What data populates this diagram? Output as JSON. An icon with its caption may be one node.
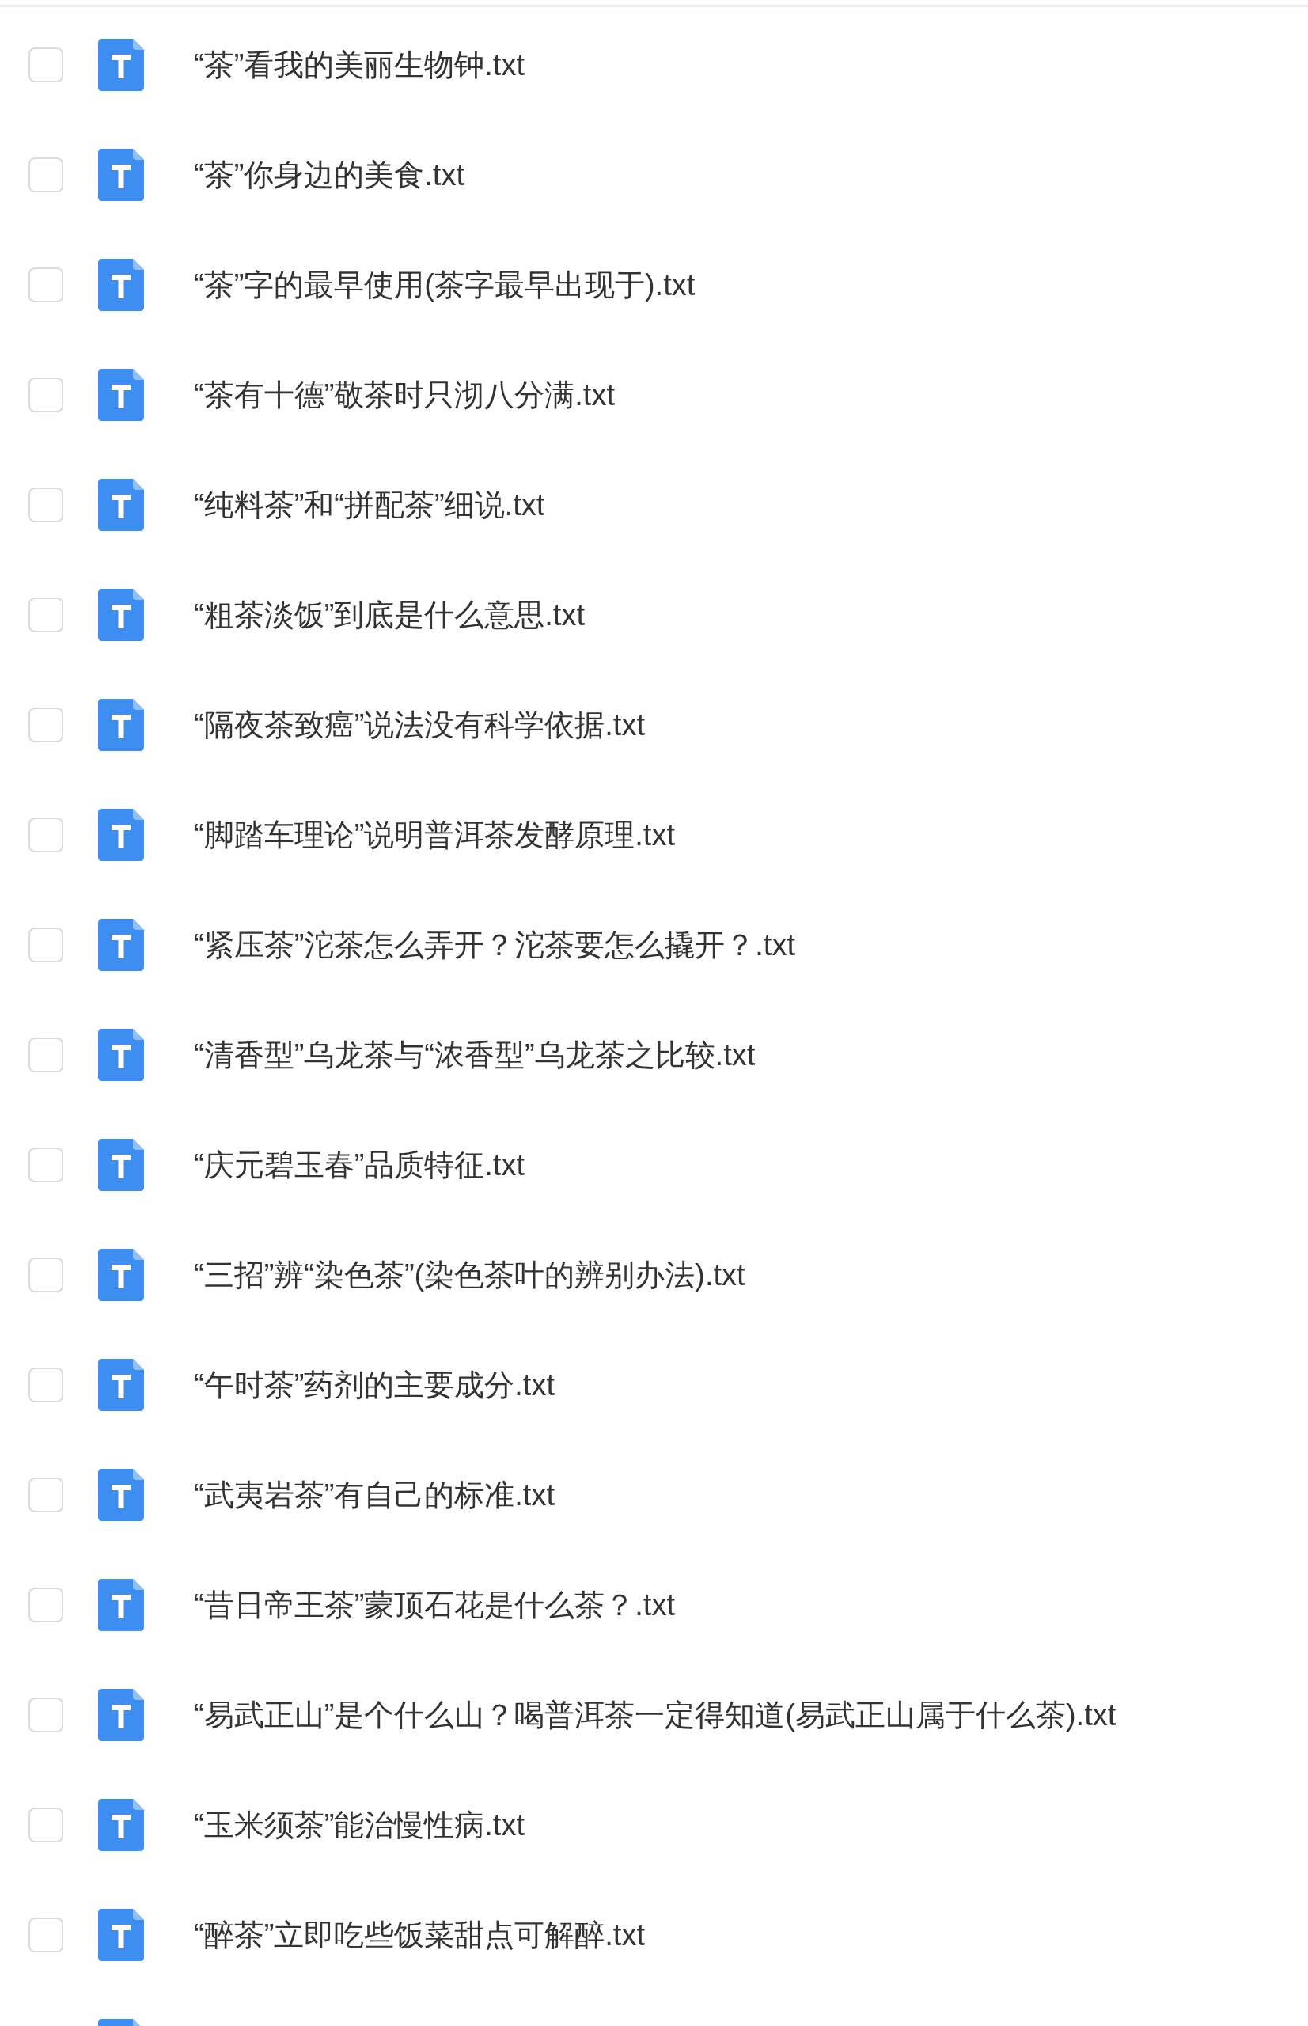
{
  "diagram": {
    "labels": [
      "“茶”看我的美丽生物钟.txt",
      "“茶”你身边的美食.txt",
      "“茶”字的最早使用(茶字最早出现于).txt",
      "“茶有十德”敬茶时只沏八分满.txt",
      "“纯料茶”和“拼配茶”细说.txt",
      "“粗茶淡饭”到底是什么意思.txt",
      "“隔夜茶致癌”说法没有科学依据.txt",
      "“脚踏车理论”说明普洱茶发酵原理.txt",
      "“紧压茶”沱茶怎么弄开？沱茶要怎么撬开？.txt",
      "“清香型”乌龙茶与“浓香型”乌龙茶之比较.txt",
      "“庆元碧玉春”品质特征.txt",
      "“三招”辨“染色茶”(染色茶叶的辨别办法).txt",
      "“午时茶”药剂的主要成分.txt",
      "“武夷岩茶”有自己的标准.txt",
      "“昔日帝王茶”蒙顶石花是什么茶？.txt",
      "“易武正山”是个什么山？喝普洱茶一定得知道(易武正山属于什么茶).txt",
      "“玉米须茶”能治慢性病.txt",
      "“醉茶”立即吃些饭菜甜点可解醉.txt"
    ]
  }
}
